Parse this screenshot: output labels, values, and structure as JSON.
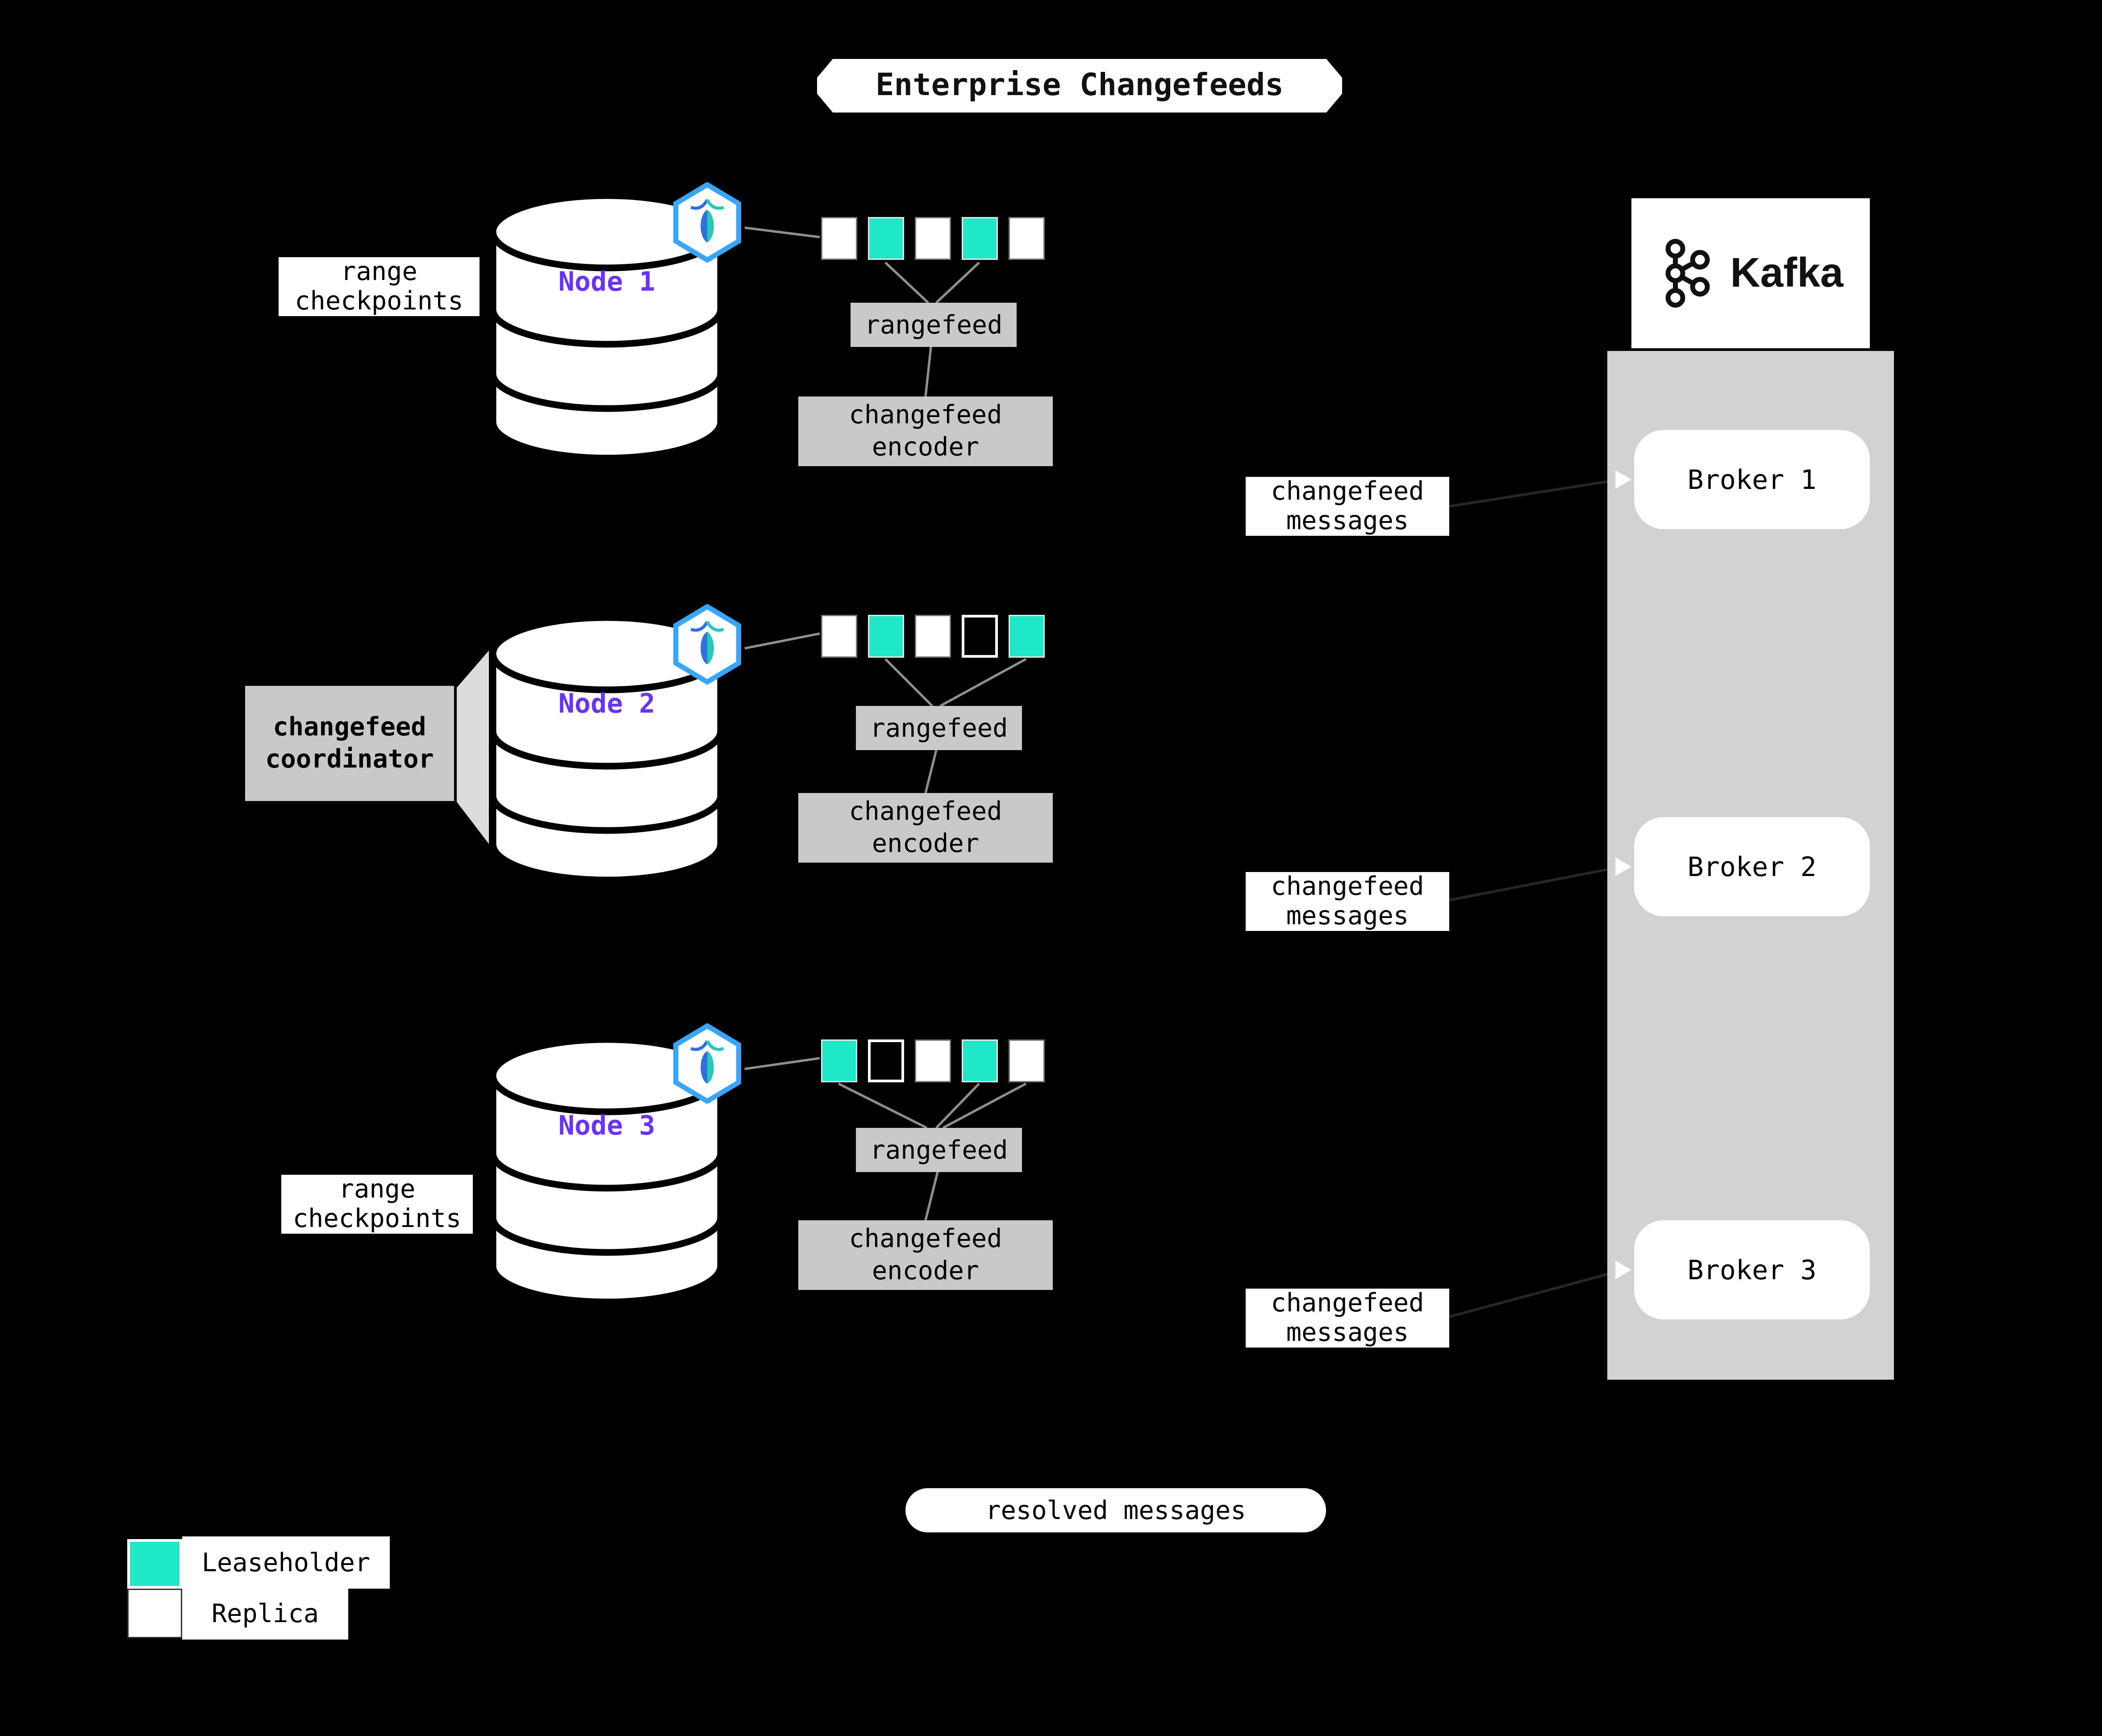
{
  "title": "Enterprise Changefeeds",
  "colors": {
    "background": "#000000",
    "leaseholder": "#1ee8c7",
    "replica": "#ffffff",
    "node_label": "#6933ff",
    "gray_box": "#c9c9c9",
    "kafka_panel": "#d2d2d2",
    "logo_hex_border": "#38a6ff"
  },
  "nodes": [
    {
      "label": "Node 1",
      "side_label": "range checkpoints",
      "rangefeed": "rangefeed",
      "encoder": "changefeed encoder",
      "message": "changefeed messages",
      "replicas": [
        "replica",
        "leaseholder",
        "replica",
        "leaseholder",
        "replica"
      ]
    },
    {
      "label": "Node 2",
      "side_label": "changefeed coordinator",
      "rangefeed": "rangefeed",
      "encoder": "changefeed encoder",
      "message": "changefeed messages",
      "replicas": [
        "replica",
        "leaseholder",
        "replica",
        "outline",
        "leaseholder"
      ]
    },
    {
      "label": "Node 3",
      "side_label": "range checkpoints",
      "rangefeed": "rangefeed",
      "encoder": "changefeed encoder",
      "message": "changefeed messages",
      "replicas": [
        "leaseholder",
        "outline",
        "replica",
        "leaseholder",
        "replica"
      ]
    }
  ],
  "kafka": {
    "brand": "Kafka",
    "brokers": [
      "Broker 1",
      "Broker 2",
      "Broker 3"
    ]
  },
  "resolved_pill": "resolved messages",
  "legend": [
    {
      "type": "leaseholder",
      "label": "Leaseholder"
    },
    {
      "type": "replica",
      "label": "Replica"
    }
  ]
}
